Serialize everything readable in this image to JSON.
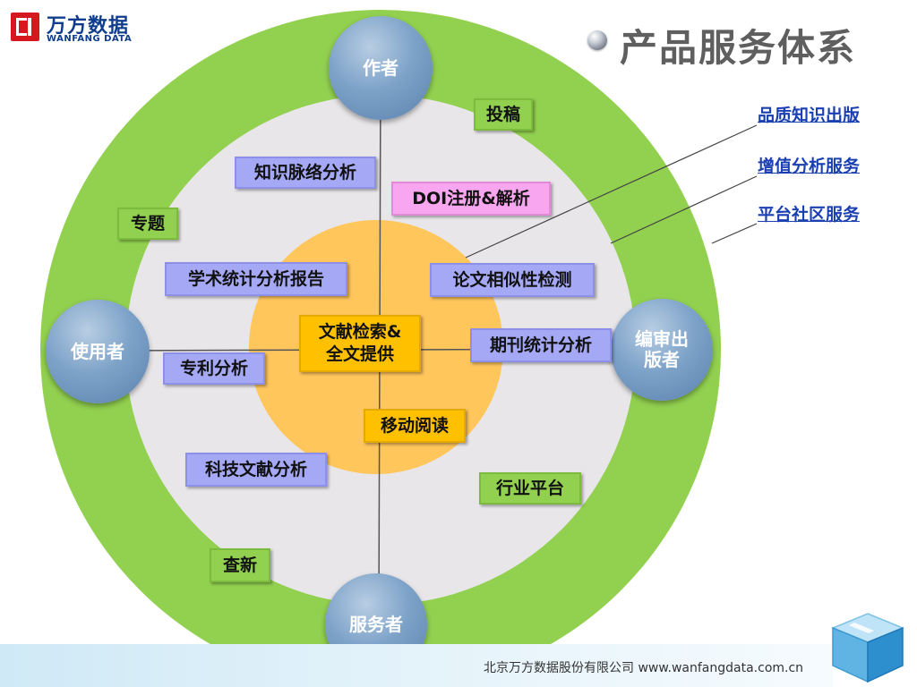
{
  "logo": {
    "name_cn": "万方数据",
    "name_en": "WANFANG DATA",
    "brand_color": "#0f3c8c",
    "mark_color": "#d7171f",
    "icon": "wanfang-logo-icon"
  },
  "title": "产品服务体系",
  "legend": [
    "品质知识出版",
    "增值分析服务",
    "平台社区服务"
  ],
  "nodes": {
    "author": "作者",
    "user": "使用者",
    "publisher": "编审出\n版者",
    "service": "服务者"
  },
  "center": "文献检索&\n全文提供",
  "services": {
    "submission": "投稿",
    "knowledge_context": "知识脉络分析",
    "doi": "DOI注册&解析",
    "topic": "专题",
    "academic_stats": "学术统计分析报告",
    "similarity": "论文相似性检测",
    "journal_stats": "期刊统计分析",
    "patent": "专利分析",
    "mobile": "移动阅读",
    "sci_literature": "科技文献分析",
    "industry_platform": "行业平台",
    "novelty_search": "查新"
  },
  "colors": {
    "outer_ring": "#92d050",
    "middle_ring": "#e8e6e9",
    "inner_core": "#ffc65c",
    "box_purple": "#a5a8f5",
    "box_green": "#92d050",
    "box_pink": "#f8a6f0",
    "box_yellow": "#ffc000",
    "node_blue": "#7ea3c9",
    "legend_text": "#1a3fb0"
  },
  "footer": {
    "company": "北京万方数据股份有限公司  www.wanfangdata.com.cn",
    "icon": "cube-icon"
  }
}
